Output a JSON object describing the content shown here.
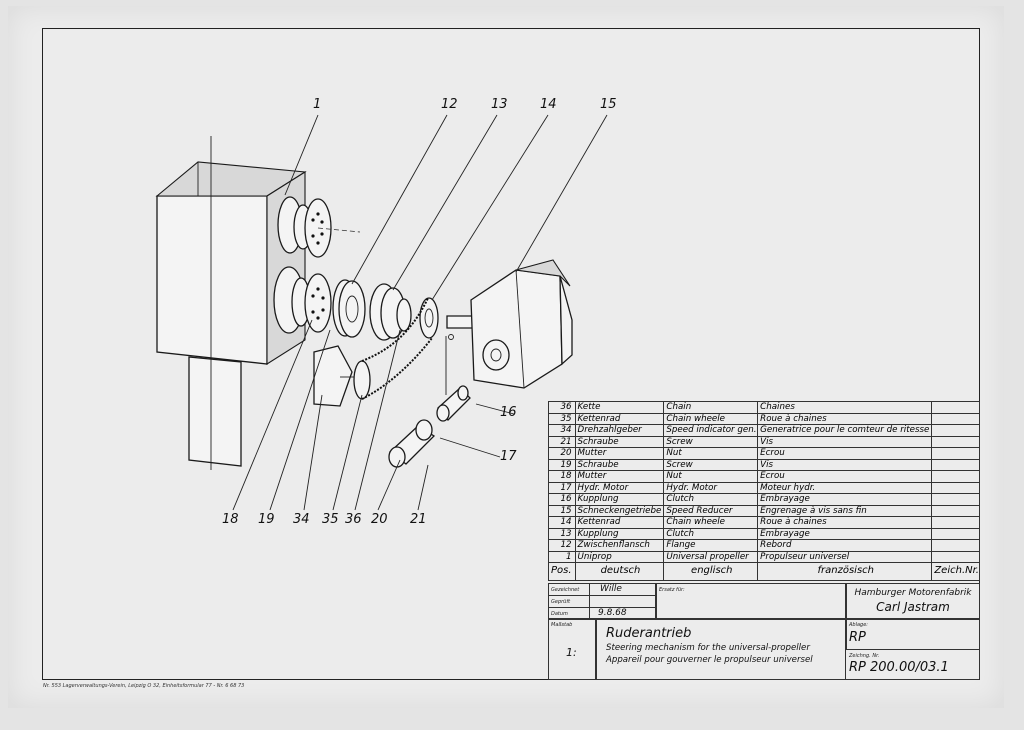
{
  "callouts": [
    "1",
    "12",
    "13",
    "14",
    "15",
    "16",
    "17",
    "18",
    "19",
    "34",
    "35",
    "36",
    "20",
    "21"
  ],
  "parts_list": {
    "rows": [
      {
        "pos": "36",
        "de": "Kette",
        "en": "Chain",
        "fr": "Chaines"
      },
      {
        "pos": "35",
        "de": "Kettenrad",
        "en": "Chain wheele",
        "fr": "Roue à chaines"
      },
      {
        "pos": "34",
        "de": "Drehzahlgeber",
        "en": "Speed indicator gen.",
        "fr": "Generatrice pour le comteur de ritesse"
      },
      {
        "pos": "21",
        "de": "Schraube",
        "en": "Screw",
        "fr": "Vis"
      },
      {
        "pos": "20",
        "de": "Mutter",
        "en": "Nut",
        "fr": "Écrou"
      },
      {
        "pos": "19",
        "de": "Schraube",
        "en": "Screw",
        "fr": "Vis"
      },
      {
        "pos": "18",
        "de": "Mutter",
        "en": "Nut",
        "fr": "Écrou"
      },
      {
        "pos": "17",
        "de": "Hydr. Motor",
        "en": "Hydr. Motor",
        "fr": "Moteur hydr."
      },
      {
        "pos": "16",
        "de": "Kupplung",
        "en": "Clutch",
        "fr": "Embrayage"
      },
      {
        "pos": "15",
        "de": "Schneckengetriebe",
        "en": "Speed Reducer",
        "fr": "Engrenage à vis sans fin"
      },
      {
        "pos": "14",
        "de": "Kettenrad",
        "en": "Chain wheele",
        "fr": "Roue à chaines"
      },
      {
        "pos": "13",
        "de": "Kupplung",
        "en": "Clutch",
        "fr": "Embrayage"
      },
      {
        "pos": "12",
        "de": "Zwischenflansch",
        "en": "Flange",
        "fr": "Rebord"
      },
      {
        "pos": "1",
        "de": "Uniprop",
        "en": "Universal propeller",
        "fr": "Propulseur universel"
      }
    ],
    "header": {
      "pos": "Pos.",
      "de": "deutsch",
      "en": "englisch",
      "fr": "französisch",
      "zn": "Zeich.Nr."
    }
  },
  "title_block": {
    "gezeichnet_label": "Gezeichnet",
    "gezeichnet_value": "Wille",
    "geprueft_label": "Geprüft",
    "datum_label": "Datum",
    "datum_value": "9.8.68",
    "ersatz_label": "Ersatz für:",
    "massstab_label": "Maßstab",
    "massstab_value": "1:",
    "company_line1": "Hamburger Motorenfabrik",
    "company_line2": "Carl Jastram",
    "title_de": "Ruderantrieb",
    "title_en": "Steering mechanism for the universal-propeller",
    "title_fr": "Appareil pour gouverner le propulseur universel",
    "ablage_label": "Ablage:",
    "ablage_value": "RP",
    "zeichnr_label": "Zeichng. Nr.",
    "zeichnr_value": "RP 200.00/03.1"
  },
  "printer_note": "Nr. 553  Lagerverwaltungs-Verein, Leipzig O 32, Einheitsformular 77 - Nr. 6 68 73"
}
